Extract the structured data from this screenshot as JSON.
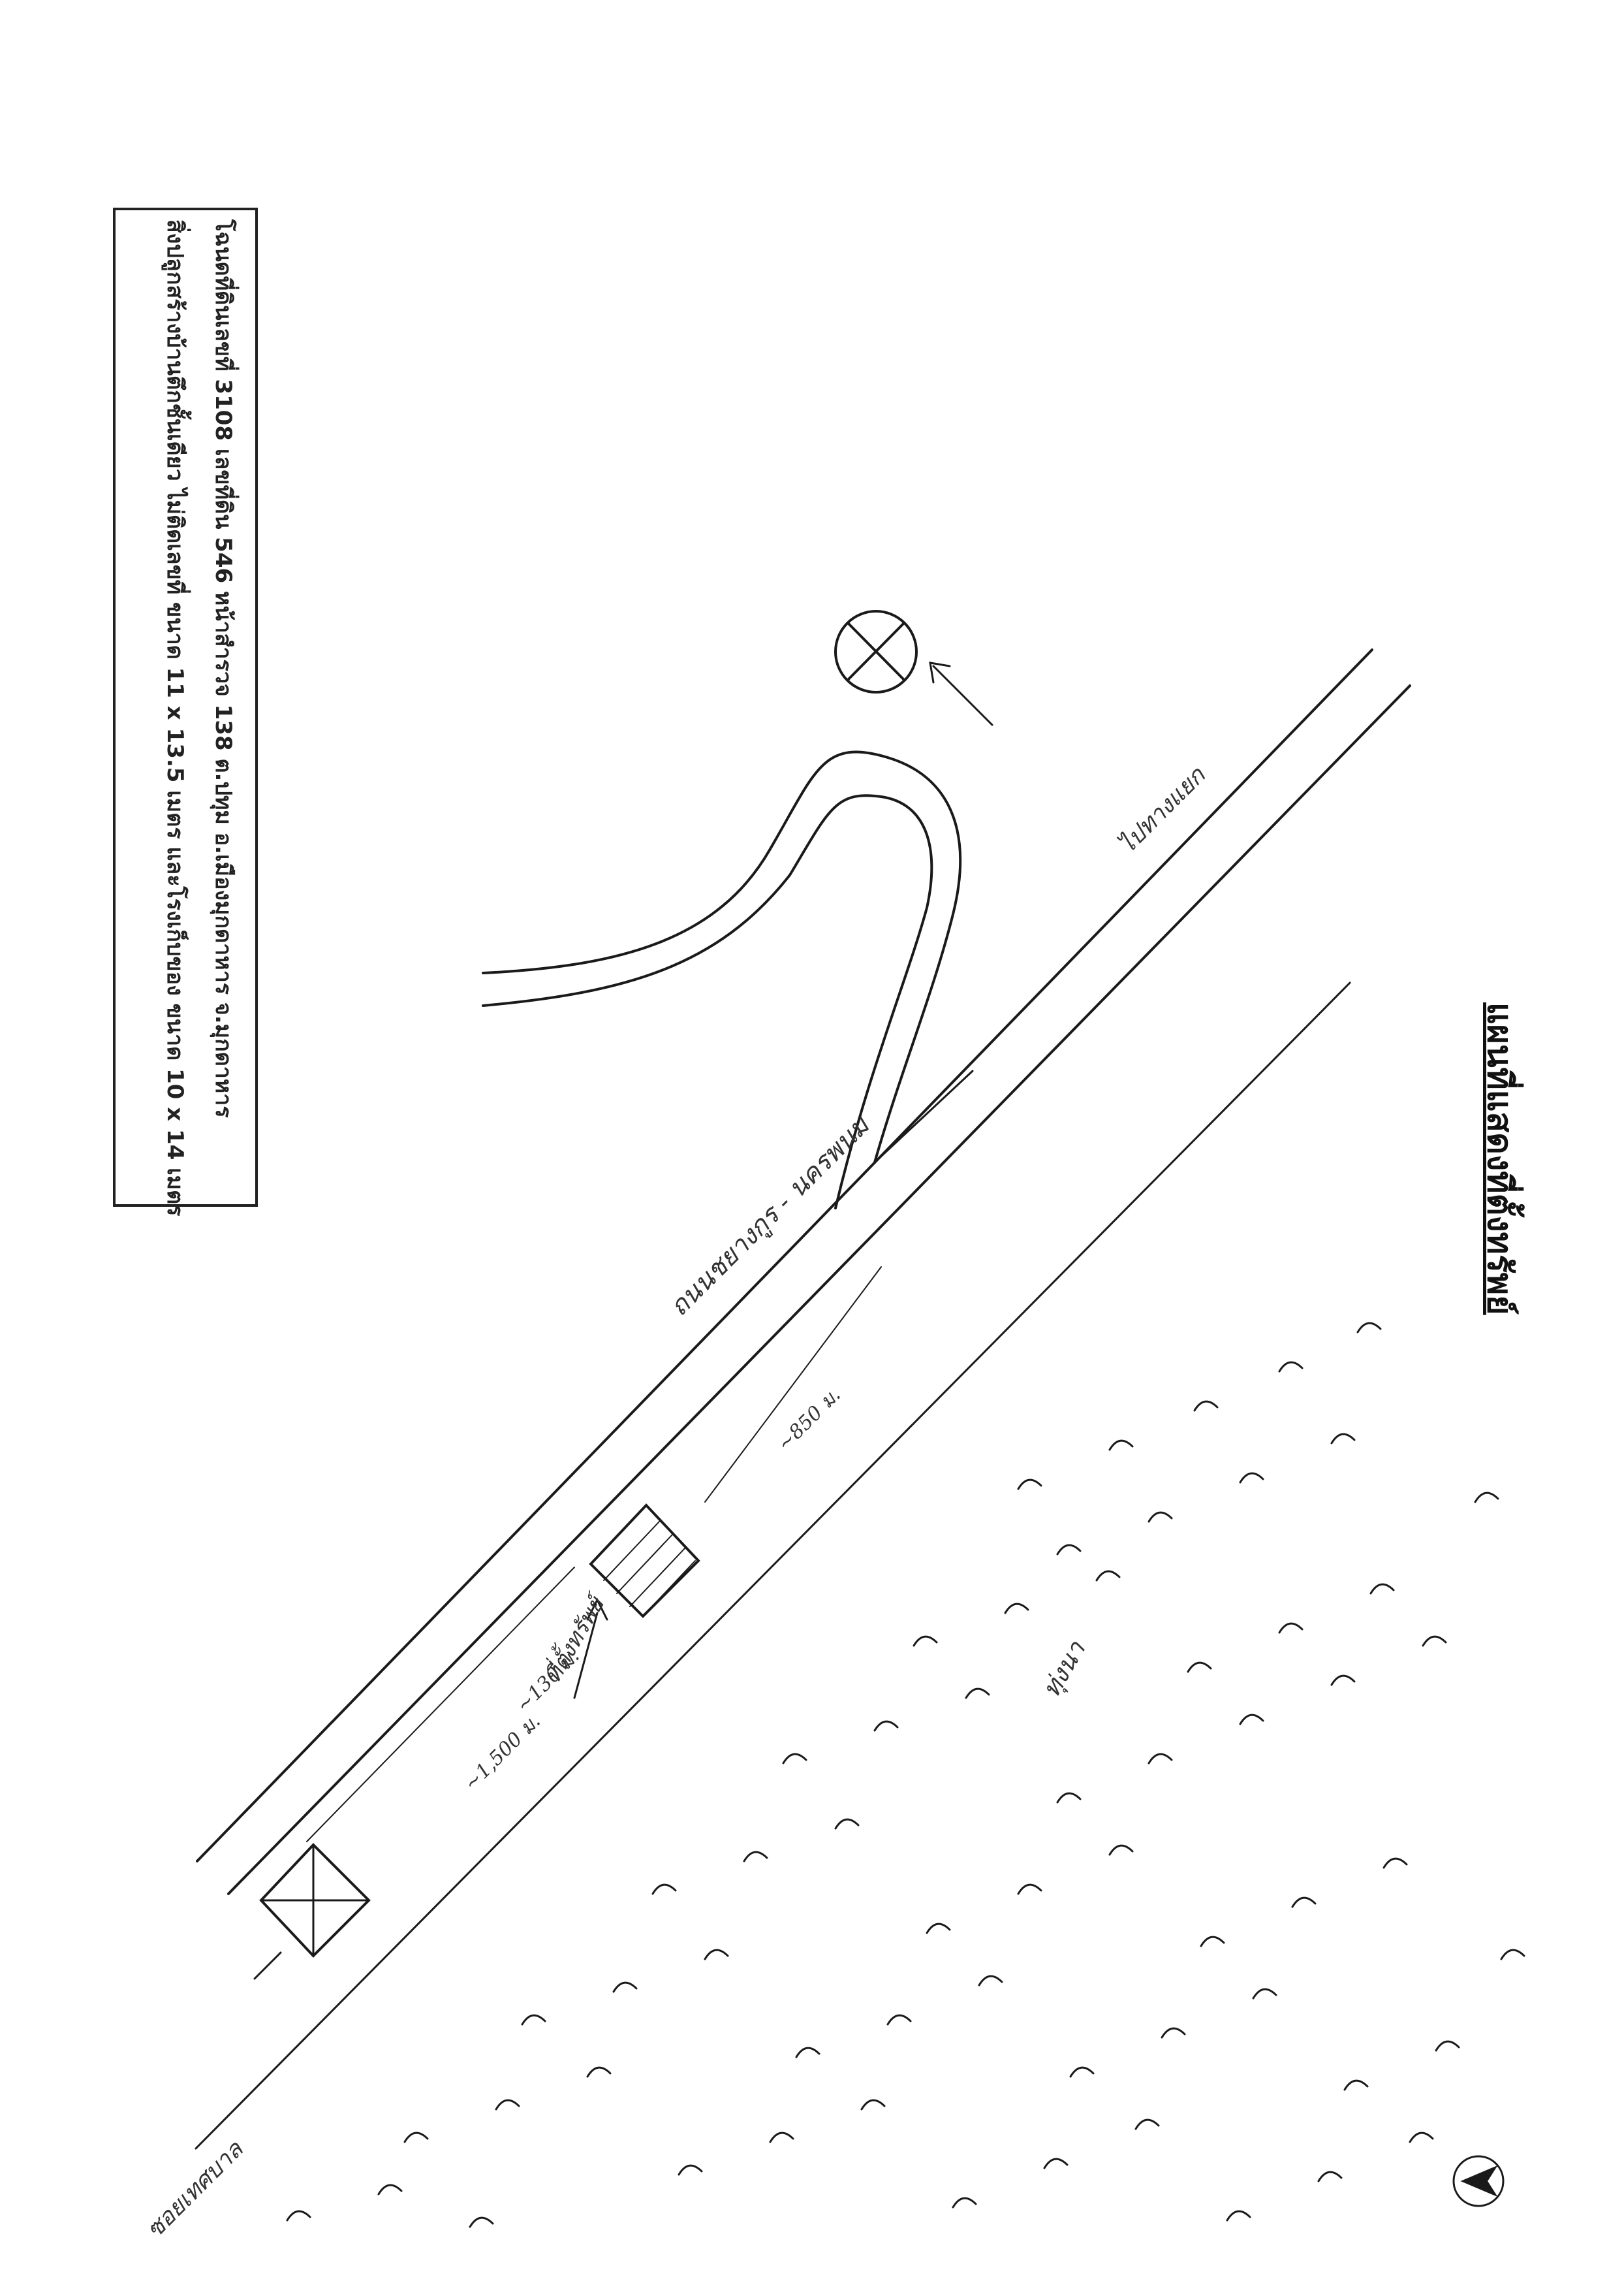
{
  "caption": {
    "line1": "โฉนดที่ดินเลขที่ 3108 เลขที่ดิน 546 หน้าสำรวจ 138 ต.ปทุม อ.เมืองมุกดาหาร จ.มุกดาหาร",
    "line2": "สิ่งปลูกสร้างบ้านตึกชั้นเดียว ไม่ติดเลขที่ ขนาด 11 x 13.5 เมตร และโรงเก็บของ ขนาด 10 x 14 เมตร"
  },
  "title": "แผนที่แสดงที่ตั้งทรัพย์",
  "labels": {
    "road_main": "ถนนชยางกูร - นครพนม",
    "road_left": "ซอยเทศบาล",
    "road_right": "ไปทางแยก",
    "property": "ที่ตั้งทรัพย์",
    "field": "ทุ่งนา",
    "distance_1": "~1,500 ม.",
    "distance_2": "~130 ม.",
    "distance_3": "~850 ม."
  },
  "colors": {
    "ink": "#1a1a1a",
    "paper": "#ffffff"
  },
  "icons": {
    "compass": "north-arrow-icon",
    "landmark": "circle-cross-icon",
    "reference": "square-cross-icon"
  }
}
